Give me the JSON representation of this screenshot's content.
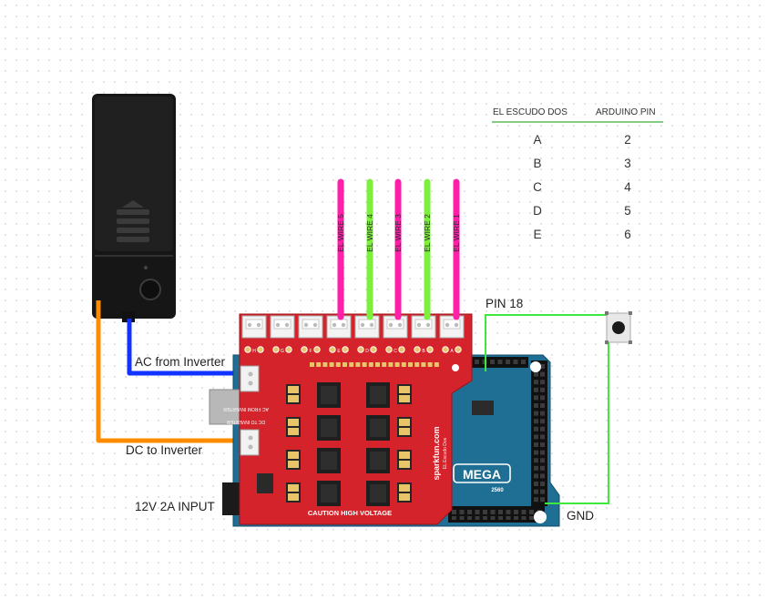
{
  "table": {
    "headers": [
      "EL ESCUDO DOS",
      "ARDUINO PIN"
    ],
    "rows": [
      {
        "channel": "A",
        "pin": "2"
      },
      {
        "channel": "B",
        "pin": "3"
      },
      {
        "channel": "C",
        "pin": "4"
      },
      {
        "channel": "D",
        "pin": "5"
      },
      {
        "channel": "E",
        "pin": "6"
      }
    ]
  },
  "el_wires": [
    {
      "label": "EL WIRE 5",
      "color": "#ff1fa8"
    },
    {
      "label": "EL WIRE 4",
      "color": "#7cf03c"
    },
    {
      "label": "EL WIRE 3",
      "color": "#ff1fa8"
    },
    {
      "label": "EL WIRE 2",
      "color": "#7cf03c"
    },
    {
      "label": "EL WIRE 1",
      "color": "#ff1fa8"
    }
  ],
  "labels": {
    "ac_from_inverter": "AC from Inverter",
    "dc_to_inverter": "DC to Inverter",
    "power_input": "12V 2A INPUT",
    "pin18": "PIN 18",
    "gnd": "GND"
  },
  "shield": {
    "brand": "sparkfun.com",
    "product": "EL Escudo Dos",
    "caution": "CAUTION HIGH VOLTAGE",
    "ac_label": "AC FROM INVERTER",
    "dc_label": "DC TO INVERTER",
    "channel_letters": [
      "H",
      "G",
      "F",
      "E",
      "D",
      "C",
      "B",
      "A"
    ]
  },
  "arduino": {
    "model": "MEGA",
    "version": "2560"
  },
  "colors": {
    "ac_wire": "#1233ff",
    "dc_wire": "#ff8c00",
    "signal_wire": "#3fe83f",
    "shield_red": "#d4232a",
    "arduino_blue": "#1f6f95"
  }
}
